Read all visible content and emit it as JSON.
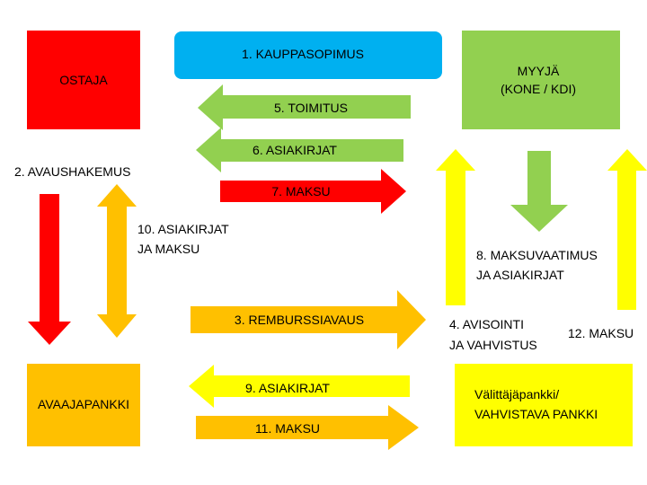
{
  "colors": {
    "red": "#ff0000",
    "blue": "#00b0f0",
    "green": "#92d050",
    "yellow": "#ffff00",
    "orange": "#ffc000"
  },
  "boxes": {
    "ostaja": "OSTAJA",
    "kauppasopimus": "1. KAUPPASOPIMUS",
    "myyja_line1": "MYYJÄ",
    "myyja_line2": "(KONE / KDI)",
    "avaajapankki": "AVAAJAPANKKI",
    "valittajapankki_line1": "Välittäjäpankki/",
    "valittajapankki_line2": "VAHVISTAVA PANKKI"
  },
  "arrows": {
    "toimitus": "5. TOIMITUS",
    "asiakirjat6": "6. ASIAKIRJAT",
    "maksu7": "7. MAKSU",
    "remburssiavaus": "3. REMBURSSIAVAUS",
    "asiakirjat9": "9. ASIAKIRJAT",
    "maksu11": "11. MAKSU"
  },
  "labels": {
    "avaushakemus": "2. AVAUSHAKEMUS",
    "asiakirjat_maksu_line1": "10. ASIAKIRJAT",
    "asiakirjat_maksu_line2": "JA MAKSU",
    "maksuvaatimus_line1": "8. MAKSUVAATIMUS",
    "maksuvaatimus_line2": "JA ASIAKIRJAT",
    "avisointi_line1": "4. AVISOINTI",
    "avisointi_line2": "JA VAHVISTUS",
    "maksu12": "12. MAKSU"
  }
}
